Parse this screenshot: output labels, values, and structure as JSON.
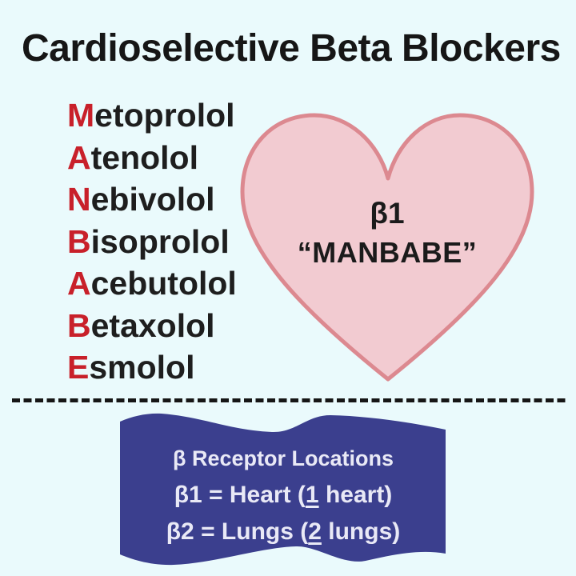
{
  "title": "Cardioselective Beta Blockers",
  "colors": {
    "background": "#EAFAFC",
    "text_black": "#1B1B1B",
    "accent_red": "#C8202A",
    "heart_fill": "#F2CBD1",
    "heart_stroke": "#DC8990",
    "banner_fill": "#3B3F8E",
    "banner_text": "#E9E9F6"
  },
  "drugs": {
    "mnemonic": "MANBABE",
    "items": [
      {
        "initial": "M",
        "rest": "etoprolol"
      },
      {
        "initial": "A",
        "rest": "tenolol"
      },
      {
        "initial": "N",
        "rest": "ebivolol"
      },
      {
        "initial": "B",
        "rest": "isoprolol"
      },
      {
        "initial": "A",
        "rest": "cebutolol"
      },
      {
        "initial": "B",
        "rest": "etaxolol"
      },
      {
        "initial": "E",
        "rest": "smolol"
      }
    ]
  },
  "heart": {
    "receptor": "β1",
    "mnemonic": "“MANBABE”"
  },
  "banner": {
    "heading": "β Receptor Locations",
    "beta1": {
      "pre": "β1 = Heart (",
      "underlined": "1",
      "post": " heart)"
    },
    "beta2": {
      "pre": "β2 = Lungs (",
      "underlined": "2",
      "post": " lungs)"
    }
  }
}
